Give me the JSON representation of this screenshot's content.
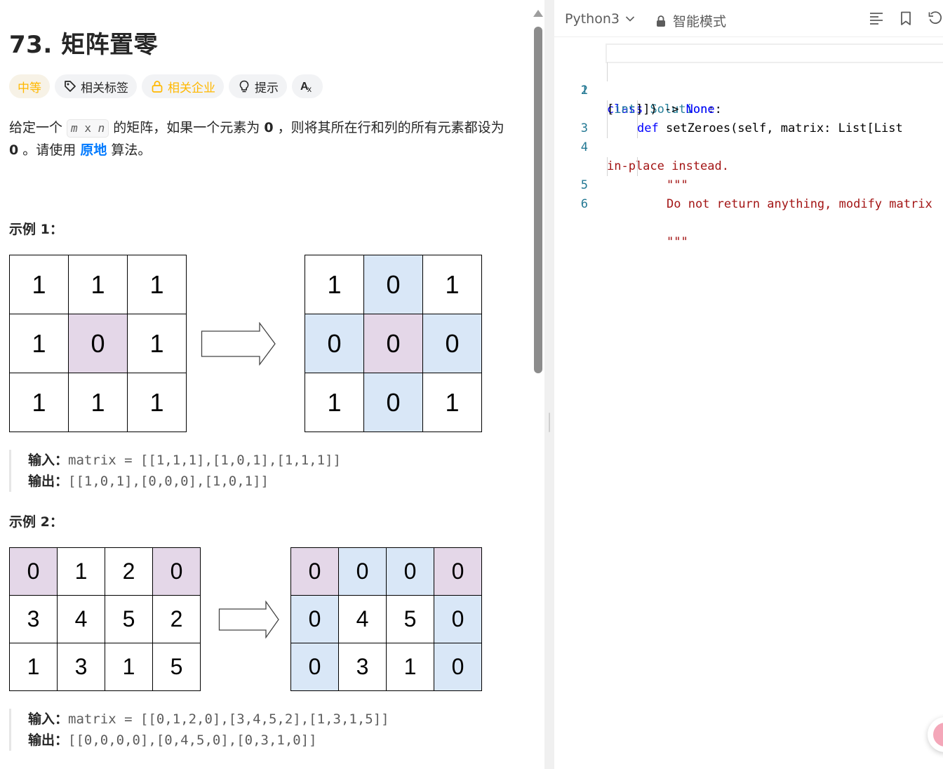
{
  "problem": {
    "title": "73. 矩阵置零",
    "tags": {
      "difficulty": "中等",
      "related_tags": "相关标签",
      "related_companies": "相关企业",
      "hint": "提示",
      "translate_icon": "translate-icon"
    },
    "description": {
      "part1": "给定一个 ",
      "code_m": "m",
      "code_x": "x",
      "code_n": "n",
      "part2": " 的矩阵，如果一个元素为 ",
      "zero1": "0",
      "part3": " ，则将其所在行和列的所有元素都设为 ",
      "zero2": "0",
      "part4": " 。请使用 ",
      "inplace": "原地",
      "part5": " 算法。"
    },
    "examples": [
      {
        "title": "示例 1：",
        "input_grid": [
          [
            1,
            1,
            1
          ],
          [
            1,
            0,
            1
          ],
          [
            1,
            1,
            1
          ]
        ],
        "output_grid": [
          [
            1,
            0,
            1
          ],
          [
            0,
            0,
            0
          ],
          [
            1,
            0,
            1
          ]
        ],
        "input_label": "输入：",
        "input_value": "matrix = [[1,1,1],[1,0,1],[1,1,1]]",
        "output_label": "输出：",
        "output_value": "[[1,0,1],[0,0,0],[1,0,1]]"
      },
      {
        "title": "示例 2：",
        "input_grid": [
          [
            0,
            1,
            2,
            0
          ],
          [
            3,
            4,
            5,
            2
          ],
          [
            1,
            3,
            1,
            5
          ]
        ],
        "output_grid": [
          [
            0,
            0,
            0,
            0
          ],
          [
            0,
            4,
            5,
            0
          ],
          [
            0,
            3,
            1,
            0
          ]
        ],
        "input_label": "输入：",
        "input_value": "matrix = [[0,1,2,0],[3,4,5,2],[1,3,1,5]]",
        "output_label": "输出：",
        "output_value": "[[0,0,0,0],[0,4,5,0],[0,3,1,0]]"
      }
    ]
  },
  "editor": {
    "language": "Python3",
    "mode": "智能模式",
    "line_numbers": [
      "1",
      "2",
      "",
      "3",
      "4",
      "",
      "5",
      "6"
    ],
    "code": {
      "l1_kw": "class",
      "l1_cls": "Solution",
      "l1_rest": ":",
      "l2_kw": "def",
      "l2_rest": " setZeroes(self, matrix: List[List",
      "l2b_open": "[",
      "l2b_int": "int",
      "l2b_mid": "]]) -> ",
      "l2b_none": "None",
      "l2b_end": ":",
      "l3": "\"\"\"",
      "l4": "Do not return anything, modify matrix",
      "l4b": "in-place instead.",
      "l5": "\"\"\""
    }
  },
  "colors": {
    "difficulty_medium": "#ffb800",
    "link_blue": "#007aff",
    "cell_pink": "#e4d7e8",
    "cell_blue": "#d9e7f7",
    "keyword": "#0000ff",
    "type": "#267f99",
    "string": "#a31515"
  }
}
